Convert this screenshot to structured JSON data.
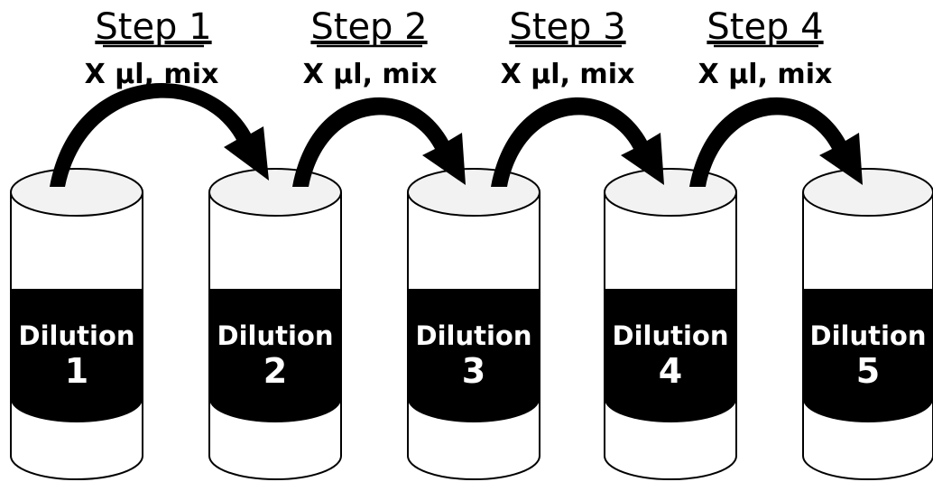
{
  "steps": [
    {
      "title": "Step 1",
      "subtitle": "X µl, mix"
    },
    {
      "title": "Step 2",
      "subtitle": "X µl, mix"
    },
    {
      "title": "Step 3",
      "subtitle": "X µl, mix"
    },
    {
      "title": "Step 4",
      "subtitle": "X µl, mix"
    }
  ],
  "tubes": [
    {
      "label": "Dilution",
      "number": "1"
    },
    {
      "label": "Dilution",
      "number": "2"
    },
    {
      "label": "Dilution",
      "number": "3"
    },
    {
      "label": "Dilution",
      "number": "4"
    },
    {
      "label": "Dilution",
      "number": "5"
    }
  ],
  "colors": {
    "tube_fill": "#ffffff",
    "tube_top": "#f2f2f2",
    "band": "#000000",
    "arrow": "#000000",
    "text": "#000000"
  }
}
